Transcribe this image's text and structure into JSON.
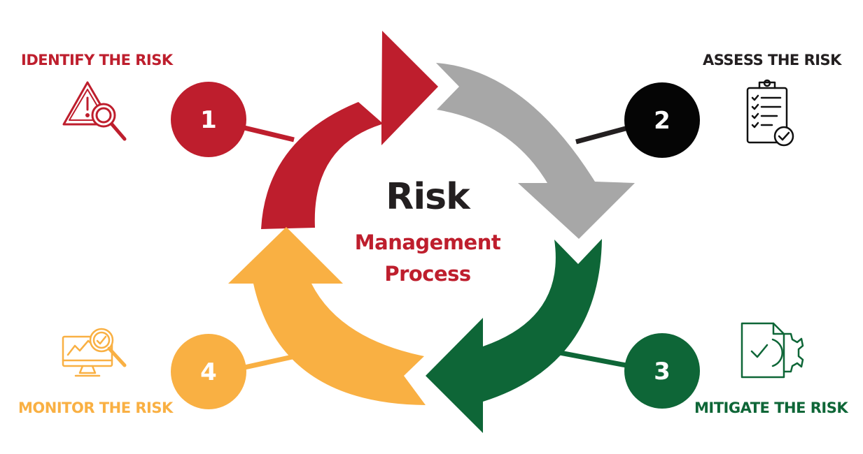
{
  "center": {
    "title": "Risk",
    "subtitle_line1": "Management",
    "subtitle_line2": "Process"
  },
  "steps": [
    {
      "number": "1",
      "label": "IDENTIFY THE RISK",
      "color": "#be1e2d",
      "icon": "warning-magnifier-icon"
    },
    {
      "number": "2",
      "label": "ASSESS THE RISK",
      "color": "#050505",
      "icon": "clipboard-checklist-icon"
    },
    {
      "number": "3",
      "label": "MITIGATE THE RISK",
      "color": "#0e6637",
      "icon": "document-gear-check-icon"
    },
    {
      "number": "4",
      "label": "MONITOR THE RISK",
      "color": "#f9b043",
      "icon": "monitor-chart-magnifier-icon"
    }
  ],
  "colors": {
    "arrow_identify": "#be1e2d",
    "arrow_assess": "#a7a7a7",
    "arrow_mitigate": "#0e6637",
    "arrow_monitor": "#f9b043",
    "center_title": "#231f20",
    "center_subtitle": "#be1e2d"
  }
}
